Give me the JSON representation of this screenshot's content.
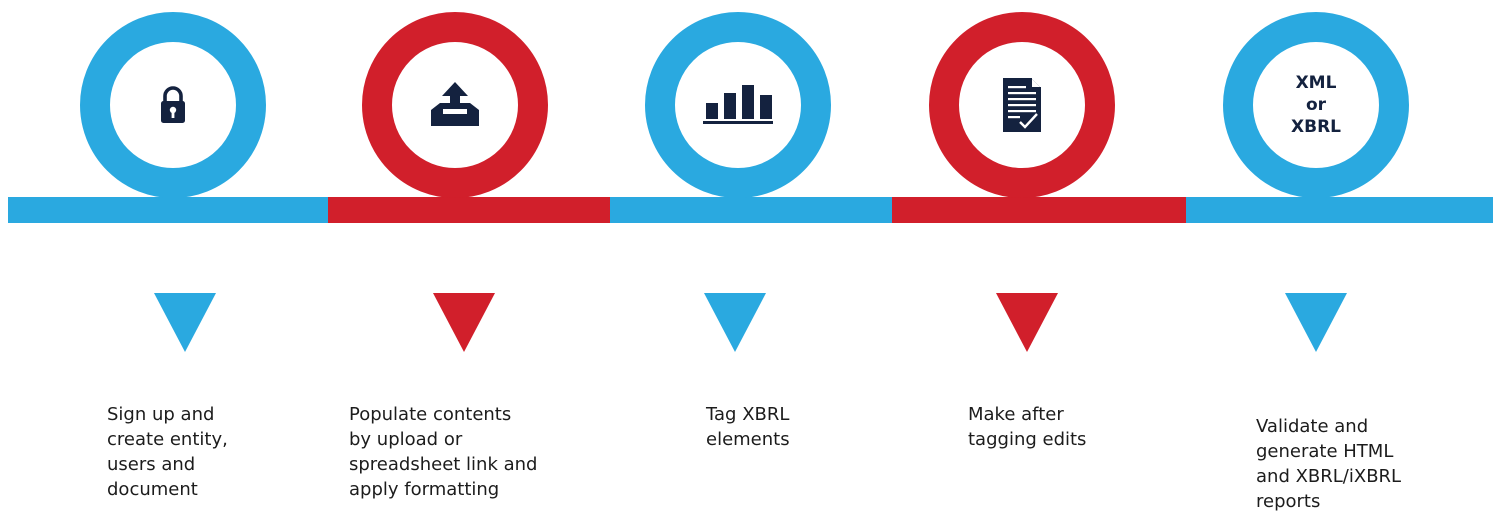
{
  "colors": {
    "blue": "#2aa9e0",
    "red": "#d11f2b",
    "navy": "#14223f"
  },
  "steps": [
    {
      "id": "signup",
      "color": "blue",
      "icon": "lock-icon",
      "label": "Sign up and\ncreate entity,\nusers and\ndocument"
    },
    {
      "id": "populate",
      "color": "red",
      "icon": "upload-tray-icon",
      "label": "Populate contents\nby upload or\nspreadsheet link and\napply formatting"
    },
    {
      "id": "tag",
      "color": "blue",
      "icon": "bar-chart-icon",
      "label": "Tag XBRL\nelements"
    },
    {
      "id": "edit",
      "color": "red",
      "icon": "document-check-icon",
      "label": "Make after\ntagging edits"
    },
    {
      "id": "validate",
      "color": "blue",
      "icon": "xml-xbrl-text",
      "icon_text": [
        "XML",
        "or",
        "XBRL"
      ],
      "label": "Validate and\ngenerate HTML\nand XBRL/iXBRL\nreports"
    }
  ]
}
